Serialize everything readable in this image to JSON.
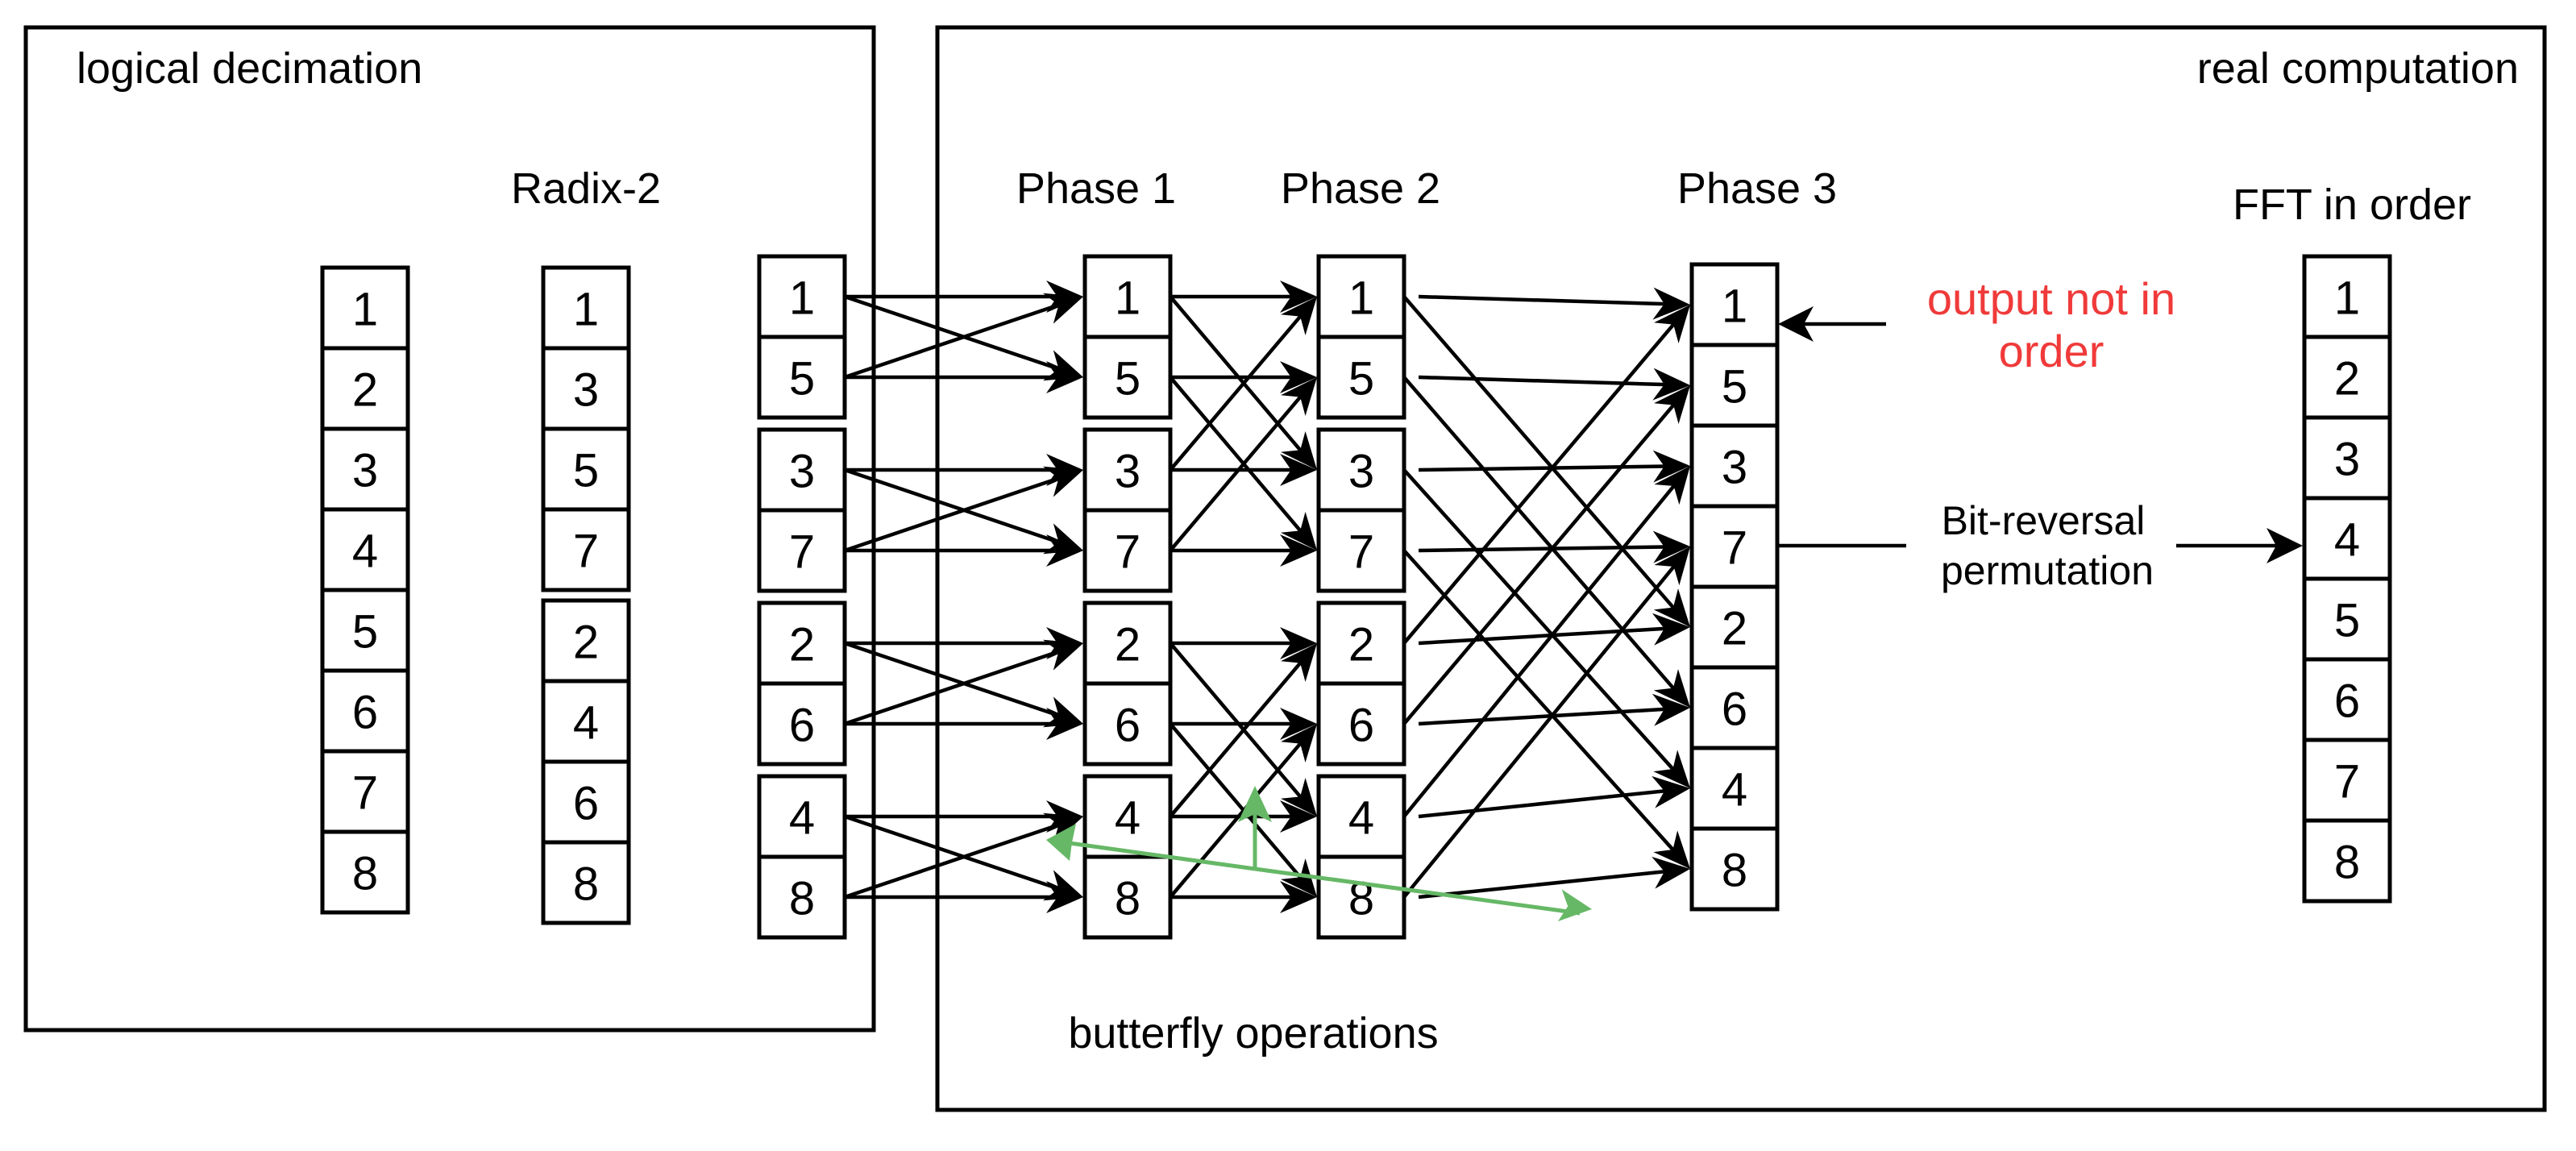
{
  "titles": {
    "left_frame": "logical decimation",
    "right_frame": "real computation"
  },
  "column_labels": {
    "radix": "Radix-2",
    "phase1": "Phase 1",
    "phase2": "Phase 2",
    "phase3": "Phase 3",
    "fft": "FFT in order"
  },
  "annotations": {
    "output_note_line1": "output not in",
    "output_note_line2": "order",
    "bitrev_line1": "Bit-reversal",
    "bitrev_line2": "permutation",
    "butterfly": "butterfly operations"
  },
  "colors": {
    "note": "#f03a3a",
    "butterfly": "#66b866"
  },
  "columns": {
    "original": [
      1,
      2,
      3,
      4,
      5,
      6,
      7,
      8
    ],
    "radix2_groups": [
      [
        1,
        3,
        5,
        7
      ],
      [
        2,
        4,
        6,
        8
      ]
    ],
    "input_pairs": [
      [
        1,
        5
      ],
      [
        3,
        7
      ],
      [
        2,
        6
      ],
      [
        4,
        8
      ]
    ],
    "phase1": [
      [
        1,
        5
      ],
      [
        3,
        7
      ],
      [
        2,
        6
      ],
      [
        4,
        8
      ]
    ],
    "phase2": [
      [
        1,
        5,
        3,
        7
      ],
      [
        2,
        6,
        4,
        8
      ]
    ],
    "phase3": [
      1,
      5,
      3,
      7,
      2,
      6,
      4,
      8
    ],
    "fft_in_order": [
      1,
      2,
      3,
      4,
      5,
      6,
      7,
      8
    ]
  }
}
